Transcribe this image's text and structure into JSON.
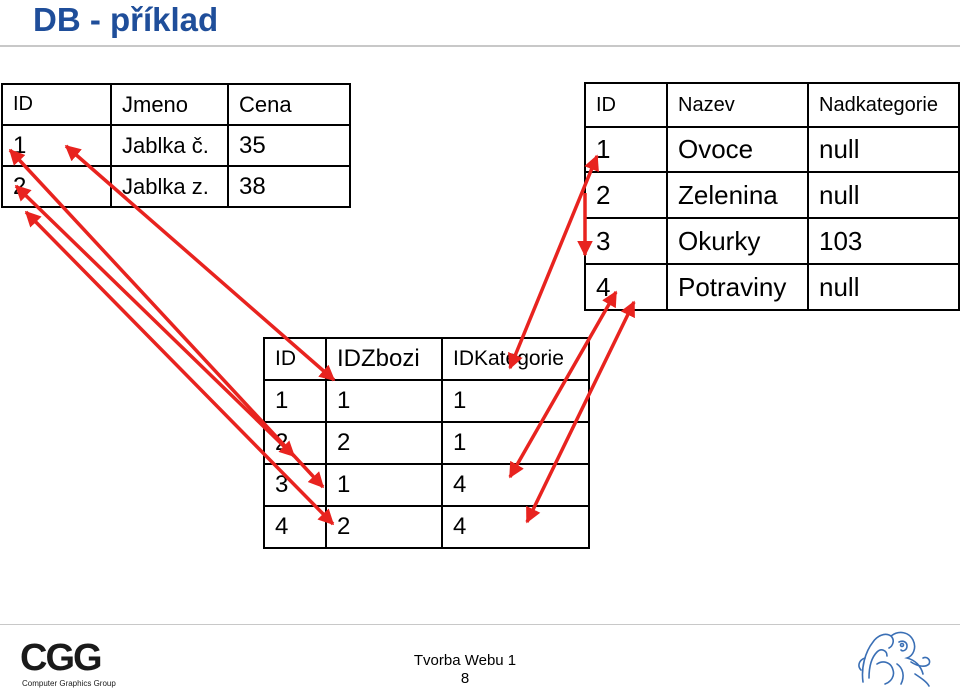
{
  "slide": {
    "title": "DB - příklad",
    "footer_course": "Tvorba Webu 1",
    "page_number": "8"
  },
  "goods_table": {
    "headers": [
      "ID",
      "Jmeno",
      "Cena"
    ],
    "rows": [
      [
        "1",
        "Jablka č.",
        "35"
      ],
      [
        "2",
        "Jablka z.",
        "38"
      ]
    ]
  },
  "category_table": {
    "headers": [
      "ID",
      "Nazev",
      "Nadkategorie"
    ],
    "rows": [
      [
        "1",
        "Ovoce",
        "null"
      ],
      [
        "2",
        "Zelenina",
        "null"
      ],
      [
        "3",
        "Okurky",
        "103"
      ],
      [
        "4",
        "Potraviny",
        "null"
      ]
    ]
  },
  "link_table": {
    "headers": [
      "ID",
      "IDZbozi",
      "IDKategorie"
    ],
    "rows": [
      [
        "1",
        "1",
        "1"
      ],
      [
        "2",
        "2",
        "1"
      ],
      [
        "3",
        "1",
        "4"
      ],
      [
        "4",
        "2",
        "4"
      ]
    ]
  },
  "logos": {
    "cgg": "CGG",
    "cgg_subtitle": "Computer Graphics Group"
  },
  "colors": {
    "title": "#1f4e9a",
    "arrow": "#e8231f",
    "table_border": "#000000"
  },
  "icons": [
    "cgg-logo",
    "cvut-lion-logo"
  ]
}
